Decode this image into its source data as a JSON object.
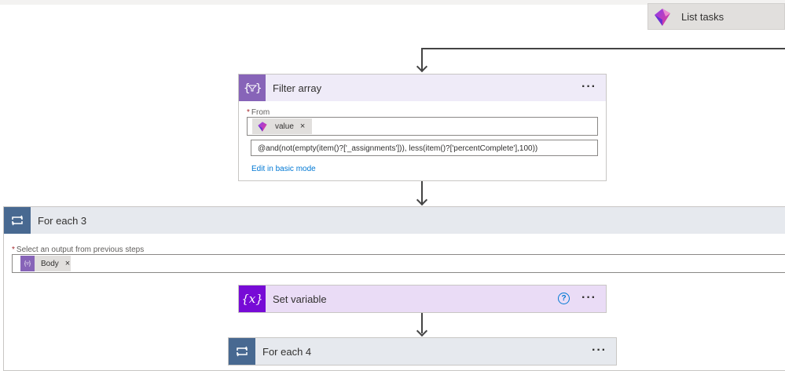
{
  "list_tasks": {
    "label": "List tasks",
    "icon": "planner-icon"
  },
  "filter_array": {
    "title": "Filter array",
    "icon": "filter-array-icon",
    "menu": "···",
    "from_label": "From",
    "from_required": "*",
    "token_value": "value",
    "token_remove": "×",
    "expression": "@and(not(empty(item()?['_assignments'])), less(item()?['percentComplete'],100))",
    "edit_link": "Edit in basic mode"
  },
  "for_each_3": {
    "title": "For each 3",
    "icon": "loop-icon",
    "select_label": "Select an output from previous steps",
    "select_required": "*",
    "token_value": "Body",
    "token_remove": "×"
  },
  "set_variable": {
    "title": "Set variable",
    "icon": "variable-icon",
    "help": "?",
    "menu": "···"
  },
  "for_each_4": {
    "title": "For each 4",
    "icon": "loop-icon",
    "menu": "···"
  },
  "colors": {
    "filter_accent": "#8764b8",
    "filter_header_bg": "#efebf8",
    "loop_accent": "#486991",
    "loop_header_bg": "#e6e9ee",
    "variable_accent": "#770bd6",
    "variable_header_bg": "#eadcf6",
    "link": "#0078d4"
  }
}
